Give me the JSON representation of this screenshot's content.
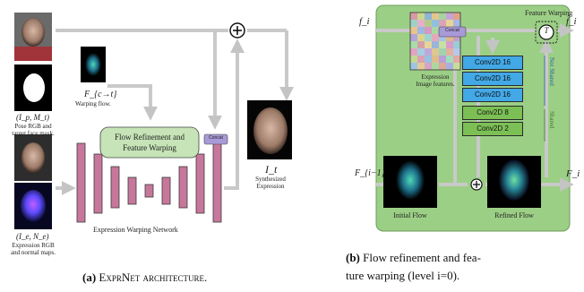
{
  "left": {
    "pose_label": "(I_p, M_t)",
    "pose_caption_1": "Pose RGB and",
    "pose_caption_2": "target face mask.",
    "flow_label": "F_{c→t}",
    "flow_caption": "Warping flow.",
    "expr_label": "(I_e, N_e)",
    "expr_caption_1": "Expression RGB",
    "expr_caption_2": "and normal maps.",
    "refine_box_1": "Flow Refinement and",
    "refine_box_2": "Feature Warping",
    "concat": "Concat",
    "network_label": "Expression Warping Network",
    "output_label": "I_t",
    "output_caption_1": "Synthesized",
    "output_caption_2": "Expression",
    "caption_tag": "(a)",
    "caption_text": "ExprNet architecture."
  },
  "right": {
    "title": "Feature Warping",
    "input_f": "f_i",
    "output_f": "f̂_i",
    "input_F": "F_{i−1}",
    "output_F": "F_i",
    "concat": "Concat",
    "expr_caption_1": "Expression",
    "expr_caption_2": "Image features.",
    "conv_layers": [
      "Conv2D 16",
      "Conv2D 16",
      "Conv2D 16",
      "Conv2D 8",
      "Conv2D 2"
    ],
    "not_shared": "Not Shared",
    "shared": "Shared",
    "initial_flow": "Initial Flow",
    "refined_flow": "Refined Flow",
    "tau": "T",
    "caption_tag": "(b)",
    "caption_line1": "Flow refinement and fea-",
    "caption_line2": "ture warping (level i=0)."
  },
  "colors": {
    "green_panel": "#9ccf86",
    "unet_bar": "#c7779b",
    "concat_box": "#a89ad8",
    "conv_blue": "#42a8e6",
    "conv_green": "#7cbf55",
    "arrow_gray": "#c8c8c8"
  }
}
